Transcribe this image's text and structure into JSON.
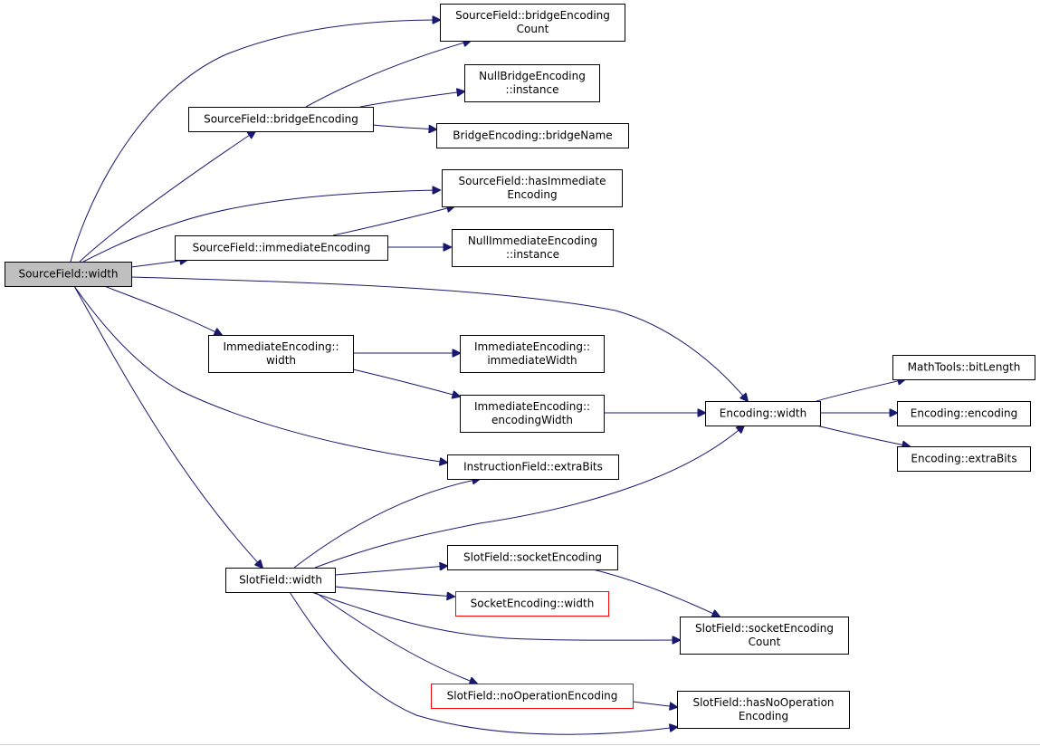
{
  "nodes": [
    {
      "id": "root",
      "lines": [
        "SourceField::width"
      ],
      "root": true
    },
    {
      "id": "sfbec",
      "lines": [
        "SourceField::bridgeEncoding",
        "Count"
      ]
    },
    {
      "id": "nbe",
      "lines": [
        "NullBridgeEncoding",
        "::instance"
      ]
    },
    {
      "id": "sfbe",
      "lines": [
        "SourceField::bridgeEncoding"
      ]
    },
    {
      "id": "bebn",
      "lines": [
        "BridgeEncoding::bridgeName"
      ]
    },
    {
      "id": "sfhie",
      "lines": [
        "SourceField::hasImmediate",
        "Encoding"
      ]
    },
    {
      "id": "sfie",
      "lines": [
        "SourceField::immediateEncoding"
      ]
    },
    {
      "id": "nie",
      "lines": [
        "NullImmediateEncoding",
        "::instance"
      ]
    },
    {
      "id": "iew",
      "lines": [
        "ImmediateEncoding::",
        "width"
      ]
    },
    {
      "id": "ieiw",
      "lines": [
        "ImmediateEncoding::",
        "immediateWidth"
      ]
    },
    {
      "id": "ieew",
      "lines": [
        "ImmediateEncoding::",
        "encodingWidth"
      ]
    },
    {
      "id": "encw",
      "lines": [
        "Encoding::width"
      ]
    },
    {
      "id": "mtbl",
      "lines": [
        "MathTools::bitLength"
      ]
    },
    {
      "id": "ence",
      "lines": [
        "Encoding::encoding"
      ]
    },
    {
      "id": "encx",
      "lines": [
        "Encoding::extraBits"
      ]
    },
    {
      "id": "ifeb",
      "lines": [
        "InstructionField::extraBits"
      ]
    },
    {
      "id": "slw",
      "lines": [
        "SlotField::width"
      ]
    },
    {
      "id": "slse",
      "lines": [
        "SlotField::socketEncoding"
      ]
    },
    {
      "id": "sew",
      "lines": [
        "SocketEncoding::width"
      ],
      "red": true
    },
    {
      "id": "slsec",
      "lines": [
        "SlotField::socketEncoding",
        "Count"
      ]
    },
    {
      "id": "slnoe",
      "lines": [
        "SlotField::noOperationEncoding"
      ],
      "red": true
    },
    {
      "id": "slhno",
      "lines": [
        "SlotField::hasNoOperation",
        "Encoding"
      ]
    }
  ],
  "edges": [
    [
      "root",
      "sfbec"
    ],
    [
      "root",
      "sfbe"
    ],
    [
      "root",
      "sfhie"
    ],
    [
      "root",
      "sfie"
    ],
    [
      "root",
      "encw"
    ],
    [
      "root",
      "iew"
    ],
    [
      "root",
      "ifeb"
    ],
    [
      "root",
      "slw"
    ],
    [
      "sfbe",
      "sfbec"
    ],
    [
      "sfbe",
      "nbe"
    ],
    [
      "sfbe",
      "bebn"
    ],
    [
      "sfie",
      "sfhie"
    ],
    [
      "sfie",
      "nie"
    ],
    [
      "iew",
      "ieiw"
    ],
    [
      "iew",
      "ieew"
    ],
    [
      "ieew",
      "encw"
    ],
    [
      "encw",
      "mtbl"
    ],
    [
      "encw",
      "ence"
    ],
    [
      "encw",
      "encx"
    ],
    [
      "slw",
      "ifeb"
    ],
    [
      "slw",
      "encw"
    ],
    [
      "slw",
      "slse"
    ],
    [
      "slw",
      "sew"
    ],
    [
      "slw",
      "slsec"
    ],
    [
      "slw",
      "slnoe"
    ],
    [
      "slw",
      "slhno"
    ],
    [
      "slse",
      "slsec"
    ],
    [
      "slnoe",
      "slhno"
    ]
  ]
}
